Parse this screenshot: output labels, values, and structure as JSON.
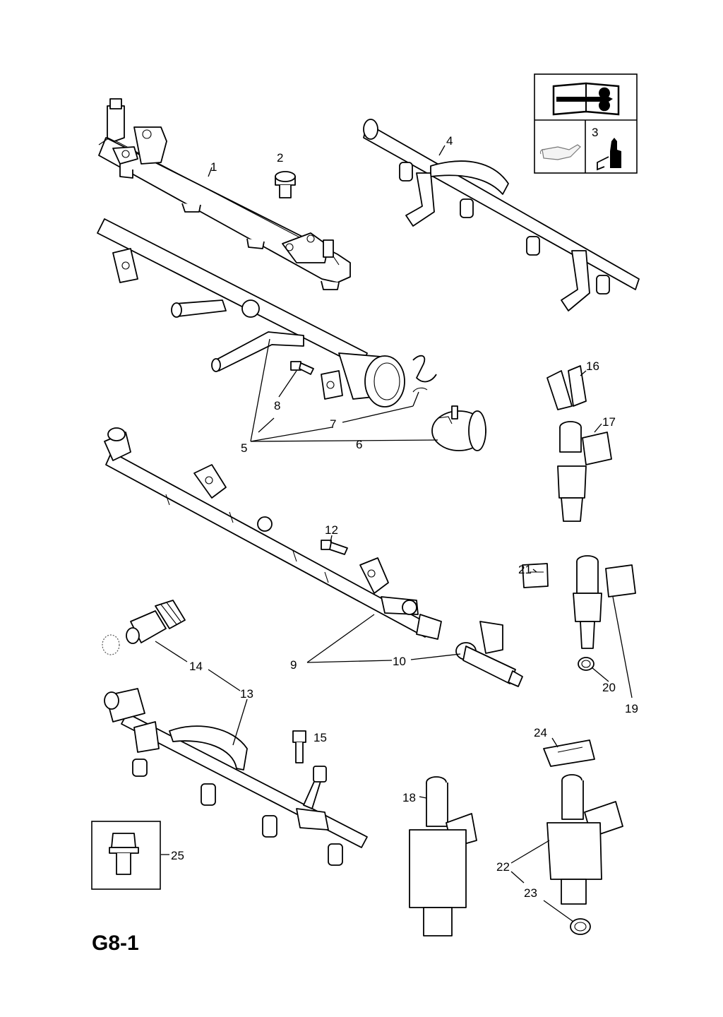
{
  "diagram": {
    "page_code": "G8-1",
    "callouts": [
      {
        "id": "c1",
        "text": "1"
      },
      {
        "id": "c2",
        "text": "2"
      },
      {
        "id": "c3",
        "text": "3"
      },
      {
        "id": "c4",
        "text": "4"
      },
      {
        "id": "c5",
        "text": "5"
      },
      {
        "id": "c6",
        "text": "6"
      },
      {
        "id": "c7",
        "text": "7"
      },
      {
        "id": "c8",
        "text": "8"
      },
      {
        "id": "c9",
        "text": "9"
      },
      {
        "id": "c10",
        "text": "10"
      },
      {
        "id": "c12",
        "text": "12"
      },
      {
        "id": "c13",
        "text": "13"
      },
      {
        "id": "c14",
        "text": "14"
      },
      {
        "id": "c15",
        "text": "15"
      },
      {
        "id": "c16",
        "text": "16"
      },
      {
        "id": "c17",
        "text": "17"
      },
      {
        "id": "c18",
        "text": "18"
      },
      {
        "id": "c19",
        "text": "19"
      },
      {
        "id": "c20",
        "text": "20"
      },
      {
        "id": "c21",
        "text": "21"
      },
      {
        "id": "c22",
        "text": "22"
      },
      {
        "id": "c23",
        "text": "23"
      },
      {
        "id": "c24",
        "text": "24"
      },
      {
        "id": "c25",
        "text": "25"
      }
    ],
    "icons": {
      "legend_book": "manual-book-wrench-icon",
      "legend_oil": "oil-can-icon",
      "legend_glue": "adhesive-bottle-icon"
    }
  }
}
